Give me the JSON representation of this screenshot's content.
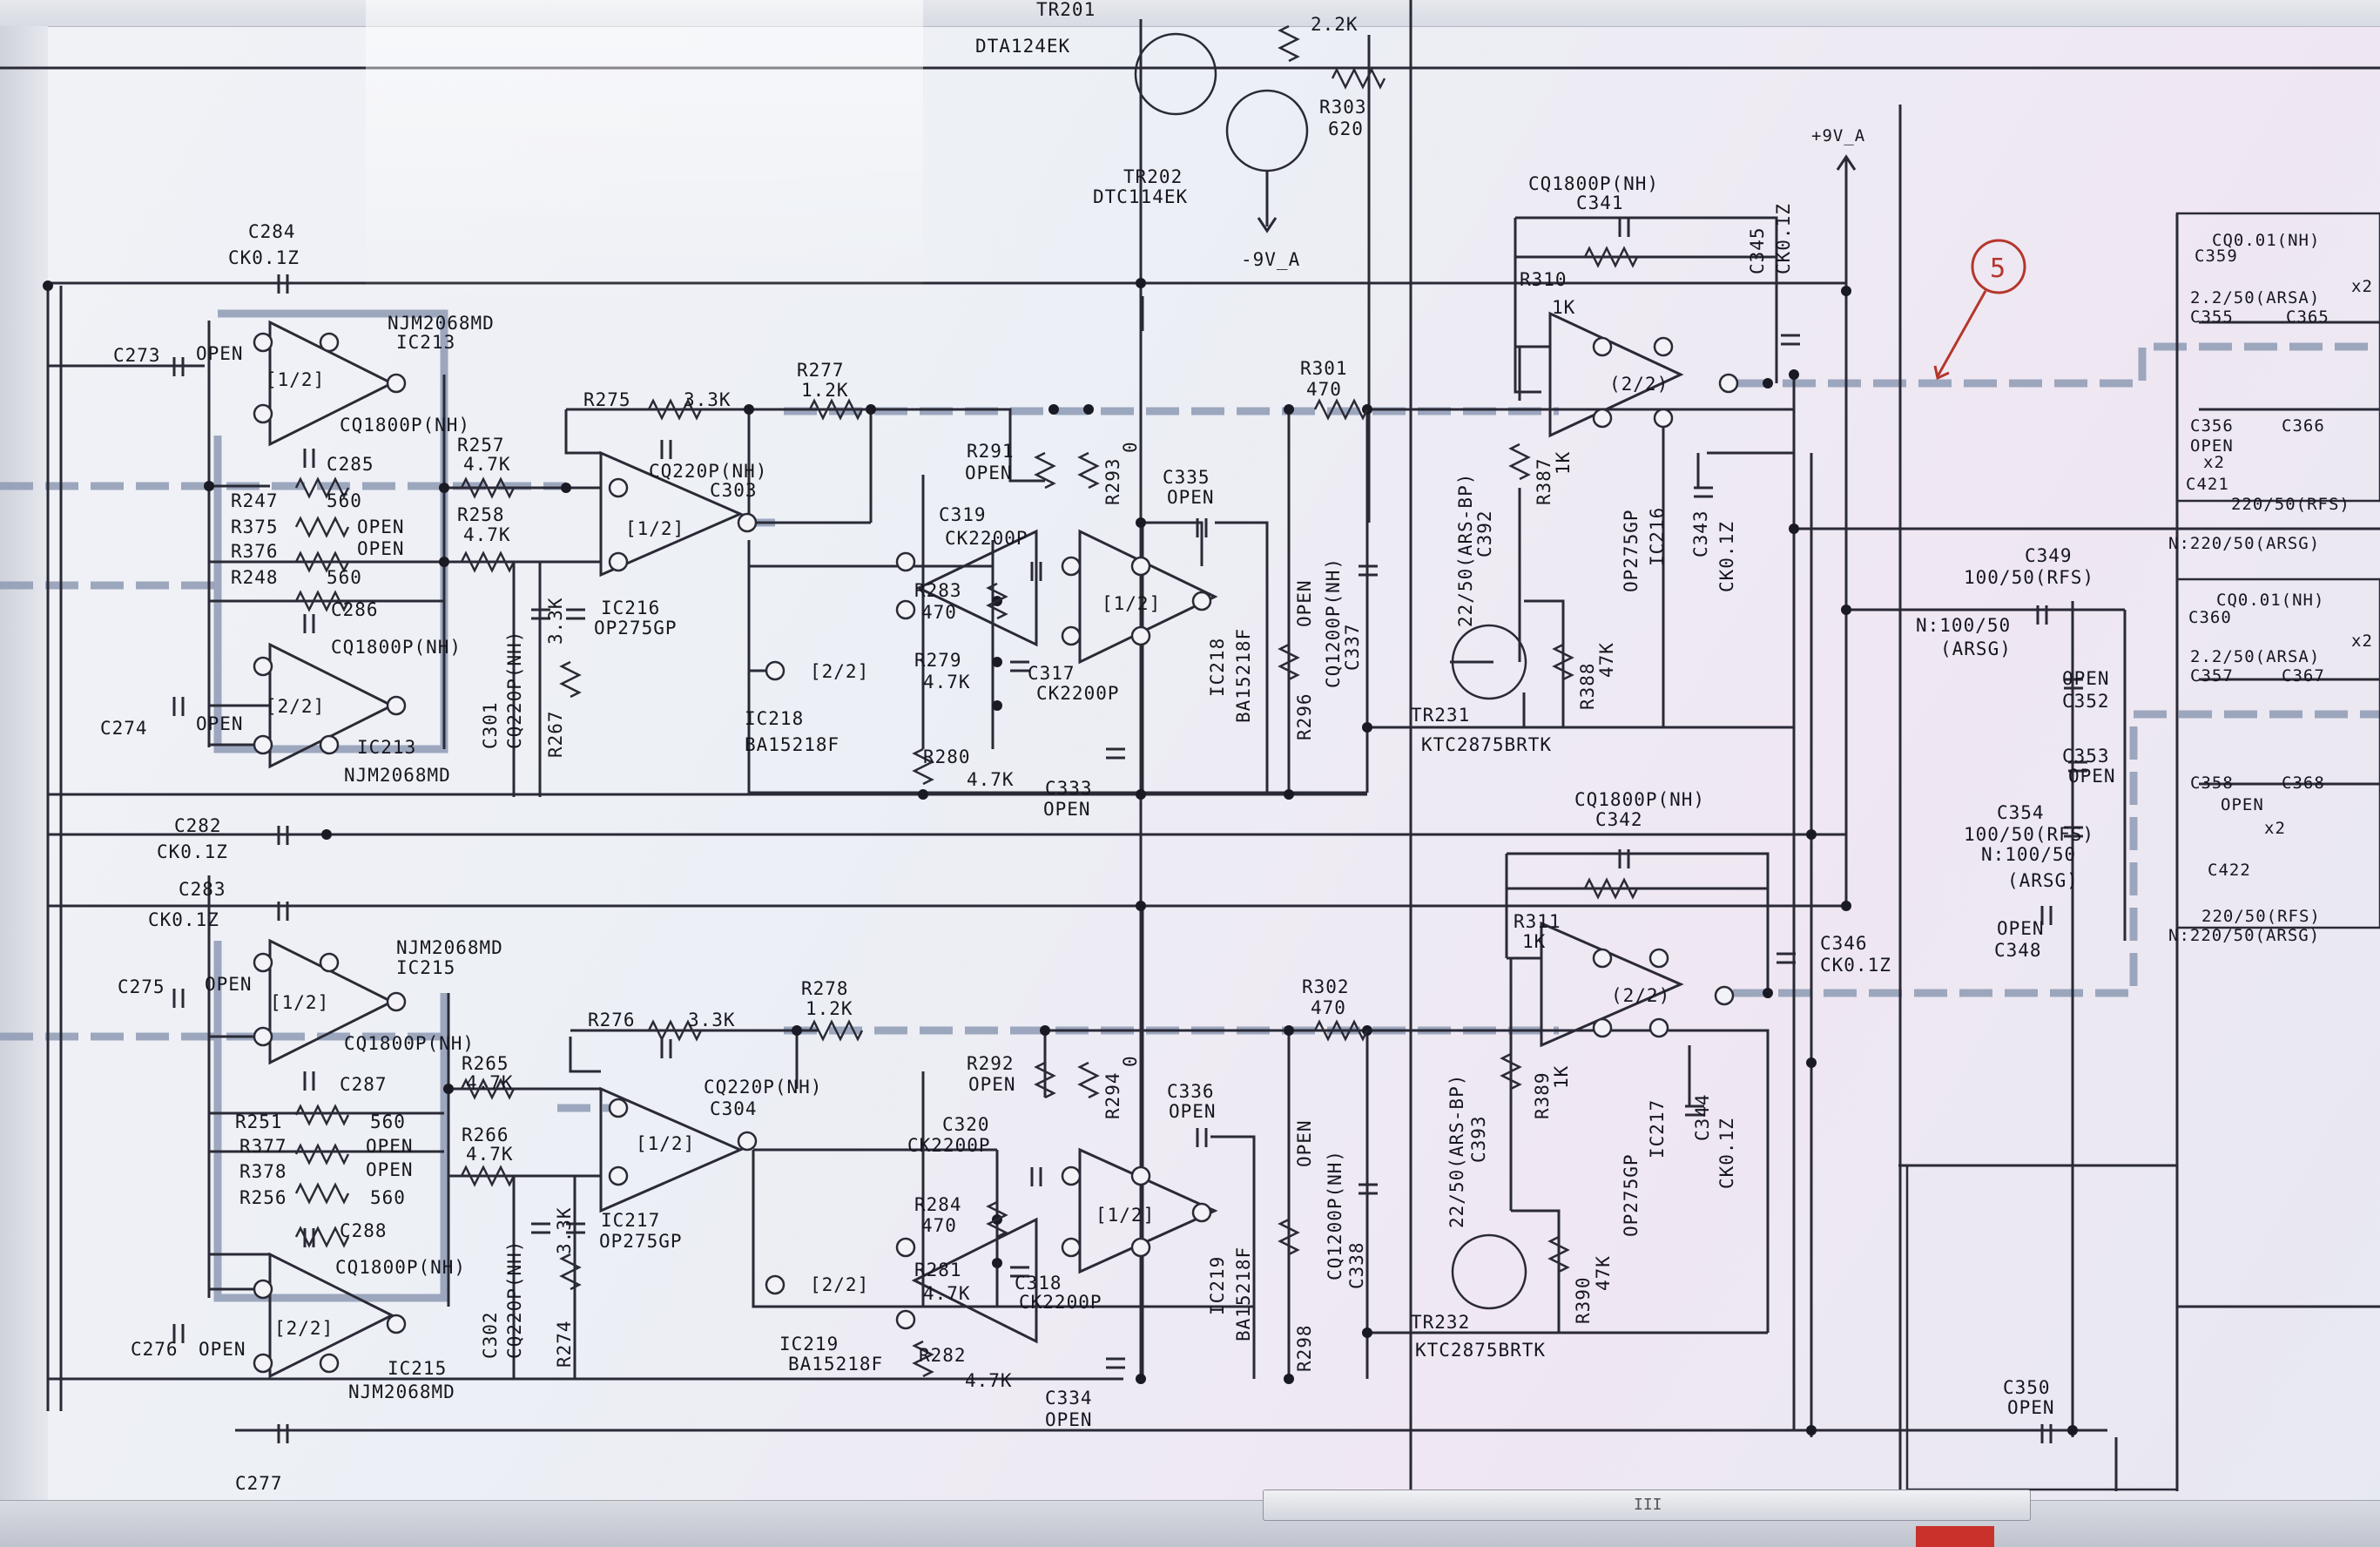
{
  "top": {
    "tr201_part": "TR201",
    "tr201_model": "DTA124EK",
    "r302_top_value": "2.2K",
    "r303": "R303",
    "r303_value": "620",
    "tr202_part": "TR202",
    "tr202_model": "DTC114EK",
    "neg_rail": "-9V_A",
    "pos_rail": "+9V_A"
  },
  "channel_a": {
    "c284": "C284",
    "c284_value": "CK0.1Z",
    "c273": "C273",
    "c273_open": "OPEN",
    "ic213_model": "NJM2068MD",
    "ic213": "IC213",
    "ic213_half1": "[1/2]",
    "ic213_half2": "[2/2]",
    "c285_cq": "CQ1800P(NH)",
    "c285": "C285",
    "r257": "R257",
    "r257_value": "4.7K",
    "r258": "R258",
    "r258_value": "4.7K",
    "r247": "R247",
    "r247_value": "560",
    "r375": "R375",
    "r375_open": "OPEN",
    "r376": "R376",
    "r376_open": "OPEN",
    "r248": "R248",
    "r248_value": "560",
    "c286": "C286",
    "c286_cq": "CQ1800P(NH)",
    "c274": "C274",
    "c274_open": "OPEN",
    "ic213_model_b": "NJM2068MD",
    "ic213_b": "IC213",
    "r275": "R275",
    "r275_value": "3.3K",
    "r277": "R277",
    "r277_value": "1.2K",
    "c303_cq": "CQ220P(NH)",
    "c303": "C303",
    "ic216_half": "[1/2]",
    "ic216": "IC216",
    "ic216_model": "OP275GP",
    "c301": "C301",
    "c301_cq": "CQ220P(NH)",
    "r267": "R267",
    "r267_value": "3.3K",
    "r291": "R291",
    "r291_open": "OPEN",
    "r293": "R293",
    "r293_value": "0",
    "c335": "C335",
    "c335_open": "OPEN",
    "c319": "C319",
    "c319_value": "CK2200P",
    "r283": "R283",
    "r283_value": "470",
    "r279": "R279",
    "r279_value": "4.7K",
    "c317": "C317",
    "c317_value": "CK2200P",
    "ic218_half1": "[1/2]",
    "ic218_half2": "[2/2]",
    "ic218": "IC218",
    "ic218_model": "BA15218F",
    "ic218_v": "IC218",
    "ic218_model_v": "BA15218F",
    "r280": "R280",
    "r280_value": "4.7K",
    "c333": "C333",
    "c333_open": "OPEN",
    "r301": "R301",
    "r301_value": "470",
    "r296": "R296",
    "r296_open": "OPEN",
    "c337": "C337",
    "c337_cq": "CQ1200P(NH)",
    "c282": "C282",
    "c282_value": "CK0.1Z",
    "c341_cq": "CQ1800P(NH)",
    "c341": "C341",
    "r310": "R310",
    "r310_value": "1K",
    "c345": "C345",
    "c345_value": "CK0.1Z",
    "ic216_half2": "(2/2)",
    "c392": "C392",
    "c392_value": "22/50(ARS-BP)",
    "r387": "R387",
    "r387_value": "1K",
    "ic216_v": "IC216",
    "ic216_model_v": "OP275GP",
    "c343": "C343",
    "c343_value": "CK0.1Z",
    "r388": "R388",
    "r388_value": "47K",
    "tr231": "TR231",
    "tr231_model": "KTC2875BRTK"
  },
  "channel_b": {
    "c283": "C283",
    "c283_value": "CK0.1Z",
    "c275": "C275",
    "c275_open": "OPEN",
    "ic215_model": "NJM2068MD",
    "ic215": "IC215",
    "ic215_half1": "[1/2]",
    "ic215_half2": "[2/2]",
    "c287_cq": "CQ1800P(NH)",
    "c287": "C287",
    "r265": "R265",
    "r265_value": "4.7K",
    "r266": "R266",
    "r266_value": "4.7K",
    "r251": "R251",
    "r251_value": "560",
    "r377": "R377",
    "r377_open": "OPEN",
    "r378": "R378",
    "r378_open": "OPEN",
    "r256": "R256",
    "r256_value": "560",
    "c288": "C288",
    "c288_cq": "CQ1800P(NH)",
    "c276": "C276",
    "c276_open": "OPEN",
    "ic215_b": "IC215",
    "ic215_model_b": "NJM2068MD",
    "r276": "R276",
    "r276_value": "3.3K",
    "r278": "R278",
    "r278_value": "1.2K",
    "c304_cq": "CQ220P(NH)",
    "c304": "C304",
    "ic217_half": "[1/2]",
    "ic217": "IC217",
    "ic217_model": "OP275GP",
    "c302": "C302",
    "c302_cq": "CQ220P(NH)",
    "r274": "R274",
    "r274_value": "3.3K",
    "r292": "R292",
    "r292_open": "OPEN",
    "r294": "R294",
    "r294_value": "0",
    "c336": "C336",
    "c336_open": "OPEN",
    "c320": "C320",
    "c320_value": "CK2200P",
    "r284": "R284",
    "r284_value": "470",
    "r281": "R281",
    "r281_value": "4.7K",
    "c318": "C318",
    "c318_value": "CK2200P",
    "ic219_half1": "[1/2]",
    "ic219_half2": "[2/2]",
    "ic219": "IC219",
    "ic219_model": "BA15218F",
    "ic219_v": "IC219",
    "ic219_model_v": "BA15218F",
    "r282": "R282",
    "r282_value": "4.7K",
    "c334": "C334",
    "c334_open": "OPEN",
    "r302": "R302",
    "r302_value": "470",
    "r298": "R298",
    "r298_open": "OPEN",
    "c338": "C338",
    "c338_cq": "CQ1200P(NH)",
    "c277": "C277",
    "c342_cq": "CQ1800P(NH)",
    "c342": "C342",
    "r311": "R311",
    "r311_value": "1K",
    "c346": "C346",
    "c346_value": "CK0.1Z",
    "ic217_half2": "(2/2)",
    "c393": "C393",
    "c393_value": "22/50(ARS-BP)",
    "r389": "R389",
    "r389_value": "1K",
    "ic217_v": "IC217",
    "ic217_model_v": "OP275GP",
    "c344": "C344",
    "c344_value": "CK0.1Z",
    "r390": "R390",
    "r390_value": "47K",
    "tr232": "TR232",
    "tr232_model": "KTC2875BRTK"
  },
  "right": {
    "marker": "5",
    "c349": "C349",
    "c349_value": "100/50(RFS)",
    "c349_n": "N:100/50",
    "c349_arsg": "(ARSG)",
    "c352_open": "OPEN",
    "c352": "C352",
    "c353": "C353",
    "c353_open": "OPEN",
    "c354": "C354",
    "c354_value": "100/50(RFS)",
    "c354_n": "N:100/50",
    "c354_arsg": "(ARSG)",
    "c348_open": "OPEN",
    "c348": "C348",
    "c350": "C350",
    "c350_open": "OPEN",
    "c359_cq": "CQ0.01(NH)",
    "c359": "C359",
    "c355_val": "2.2/50(ARSA)",
    "c355_x2": "x2",
    "c355": "C355",
    "c365": "C365",
    "c356": "C356",
    "c366": "C366",
    "c356_open": "OPEN",
    "c356_x2": "x2",
    "c421": "C421",
    "c421_value": "220/50(RFS)",
    "c421_n": "N:220/50(ARSG)",
    "c360_cq": "CQ0.01(NH)",
    "c360": "C360",
    "c357_val": "2.2/50(ARSA)",
    "c357_x2": "x2",
    "c357": "C357",
    "c367": "C367",
    "c358": "C358",
    "c368": "C368",
    "c358_open": "OPEN",
    "c358_x2": "x2",
    "c422": "C422",
    "c422_value": "220/50(RFS)",
    "c422_n": "N:220/50(ARSG)"
  },
  "scrollbar": {
    "grip": "III"
  }
}
